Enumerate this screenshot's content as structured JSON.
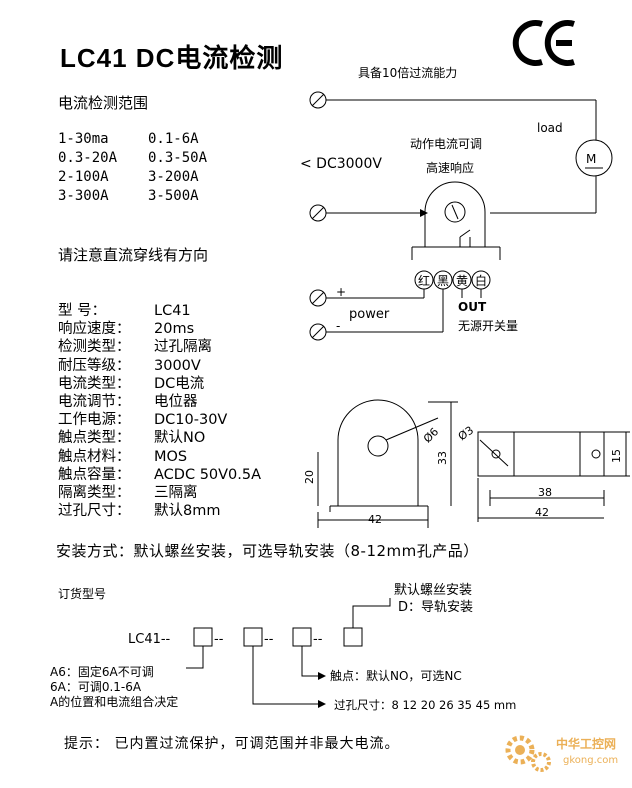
{
  "header": {
    "title": "LC41   DC电流检测",
    "logo": "CE"
  },
  "ranges": {
    "heading": "电流检测范围",
    "rows": [
      [
        "1-30ma",
        "0.1-6A"
      ],
      [
        "0.3-20A",
        "0.3-50A"
      ],
      [
        "2-100A",
        "3-200A"
      ],
      [
        "3-300A",
        "3-500A"
      ]
    ]
  },
  "note_direction": "请注意直流穿线有方向",
  "specs": [
    [
      "型    号：",
      "LC41"
    ],
    [
      "响应速度：",
      "20ms"
    ],
    [
      "检测类型：",
      "过孔隔离"
    ],
    [
      "耐压等级：",
      "3000V"
    ],
    [
      "电流类型：",
      "DC电流"
    ],
    [
      "电流调节：",
      "电位器"
    ],
    [
      "工作电源：",
      "DC10-30V"
    ],
    [
      "触点类型：",
      "默认NO"
    ],
    [
      "触点材料：",
      "MOS"
    ],
    [
      "触点容量：",
      "ACDC 50V0.5A"
    ],
    [
      "隔离类型：",
      "三隔离"
    ],
    [
      "过孔尺寸：",
      "默认8mm"
    ]
  ],
  "mounting": "安装方式：默认螺丝安装，可选导轨安装（8-12mm孔产品）",
  "wiring": {
    "overload": "具备10倍过流能力",
    "load": "load",
    "motor": "M",
    "voltage": "< DC3000V",
    "feature1": "动作电流可调",
    "feature2": "高速响应",
    "terminals": [
      "红",
      "黑",
      "黄",
      "白"
    ],
    "plus": "+",
    "minus": "-",
    "power": "power",
    "out": "OUT",
    "out_desc": "无源开关量"
  },
  "dimensions": {
    "d6": "Ø6",
    "d3": "Ø3",
    "h20": "20",
    "h33": "33",
    "w42": "42",
    "w38": "38",
    "w42b": "42",
    "h15": "15"
  },
  "order": {
    "heading": "订货型号",
    "mount_default": "默认螺丝安装",
    "mount_rail": "D：导轨安装",
    "model_prefix": "LC41--",
    "sep": "--",
    "range_note1": "A6：固定6A不可调",
    "range_note2": "6A：可调0.1-6A",
    "range_note3": "A的位置和电流组合决定",
    "contact_note": "触点：默认NO，可选NC",
    "hole_note": "过孔尺寸：8 12 20 26 35 45 mm"
  },
  "footer": {
    "tip": "提示：  已内置过流保护，可调范围并非最大电流。",
    "watermark1": "中华工控网",
    "watermark2": "gkong.com"
  },
  "colors": {
    "text": "#000000",
    "watermark": "#e8a33a"
  }
}
